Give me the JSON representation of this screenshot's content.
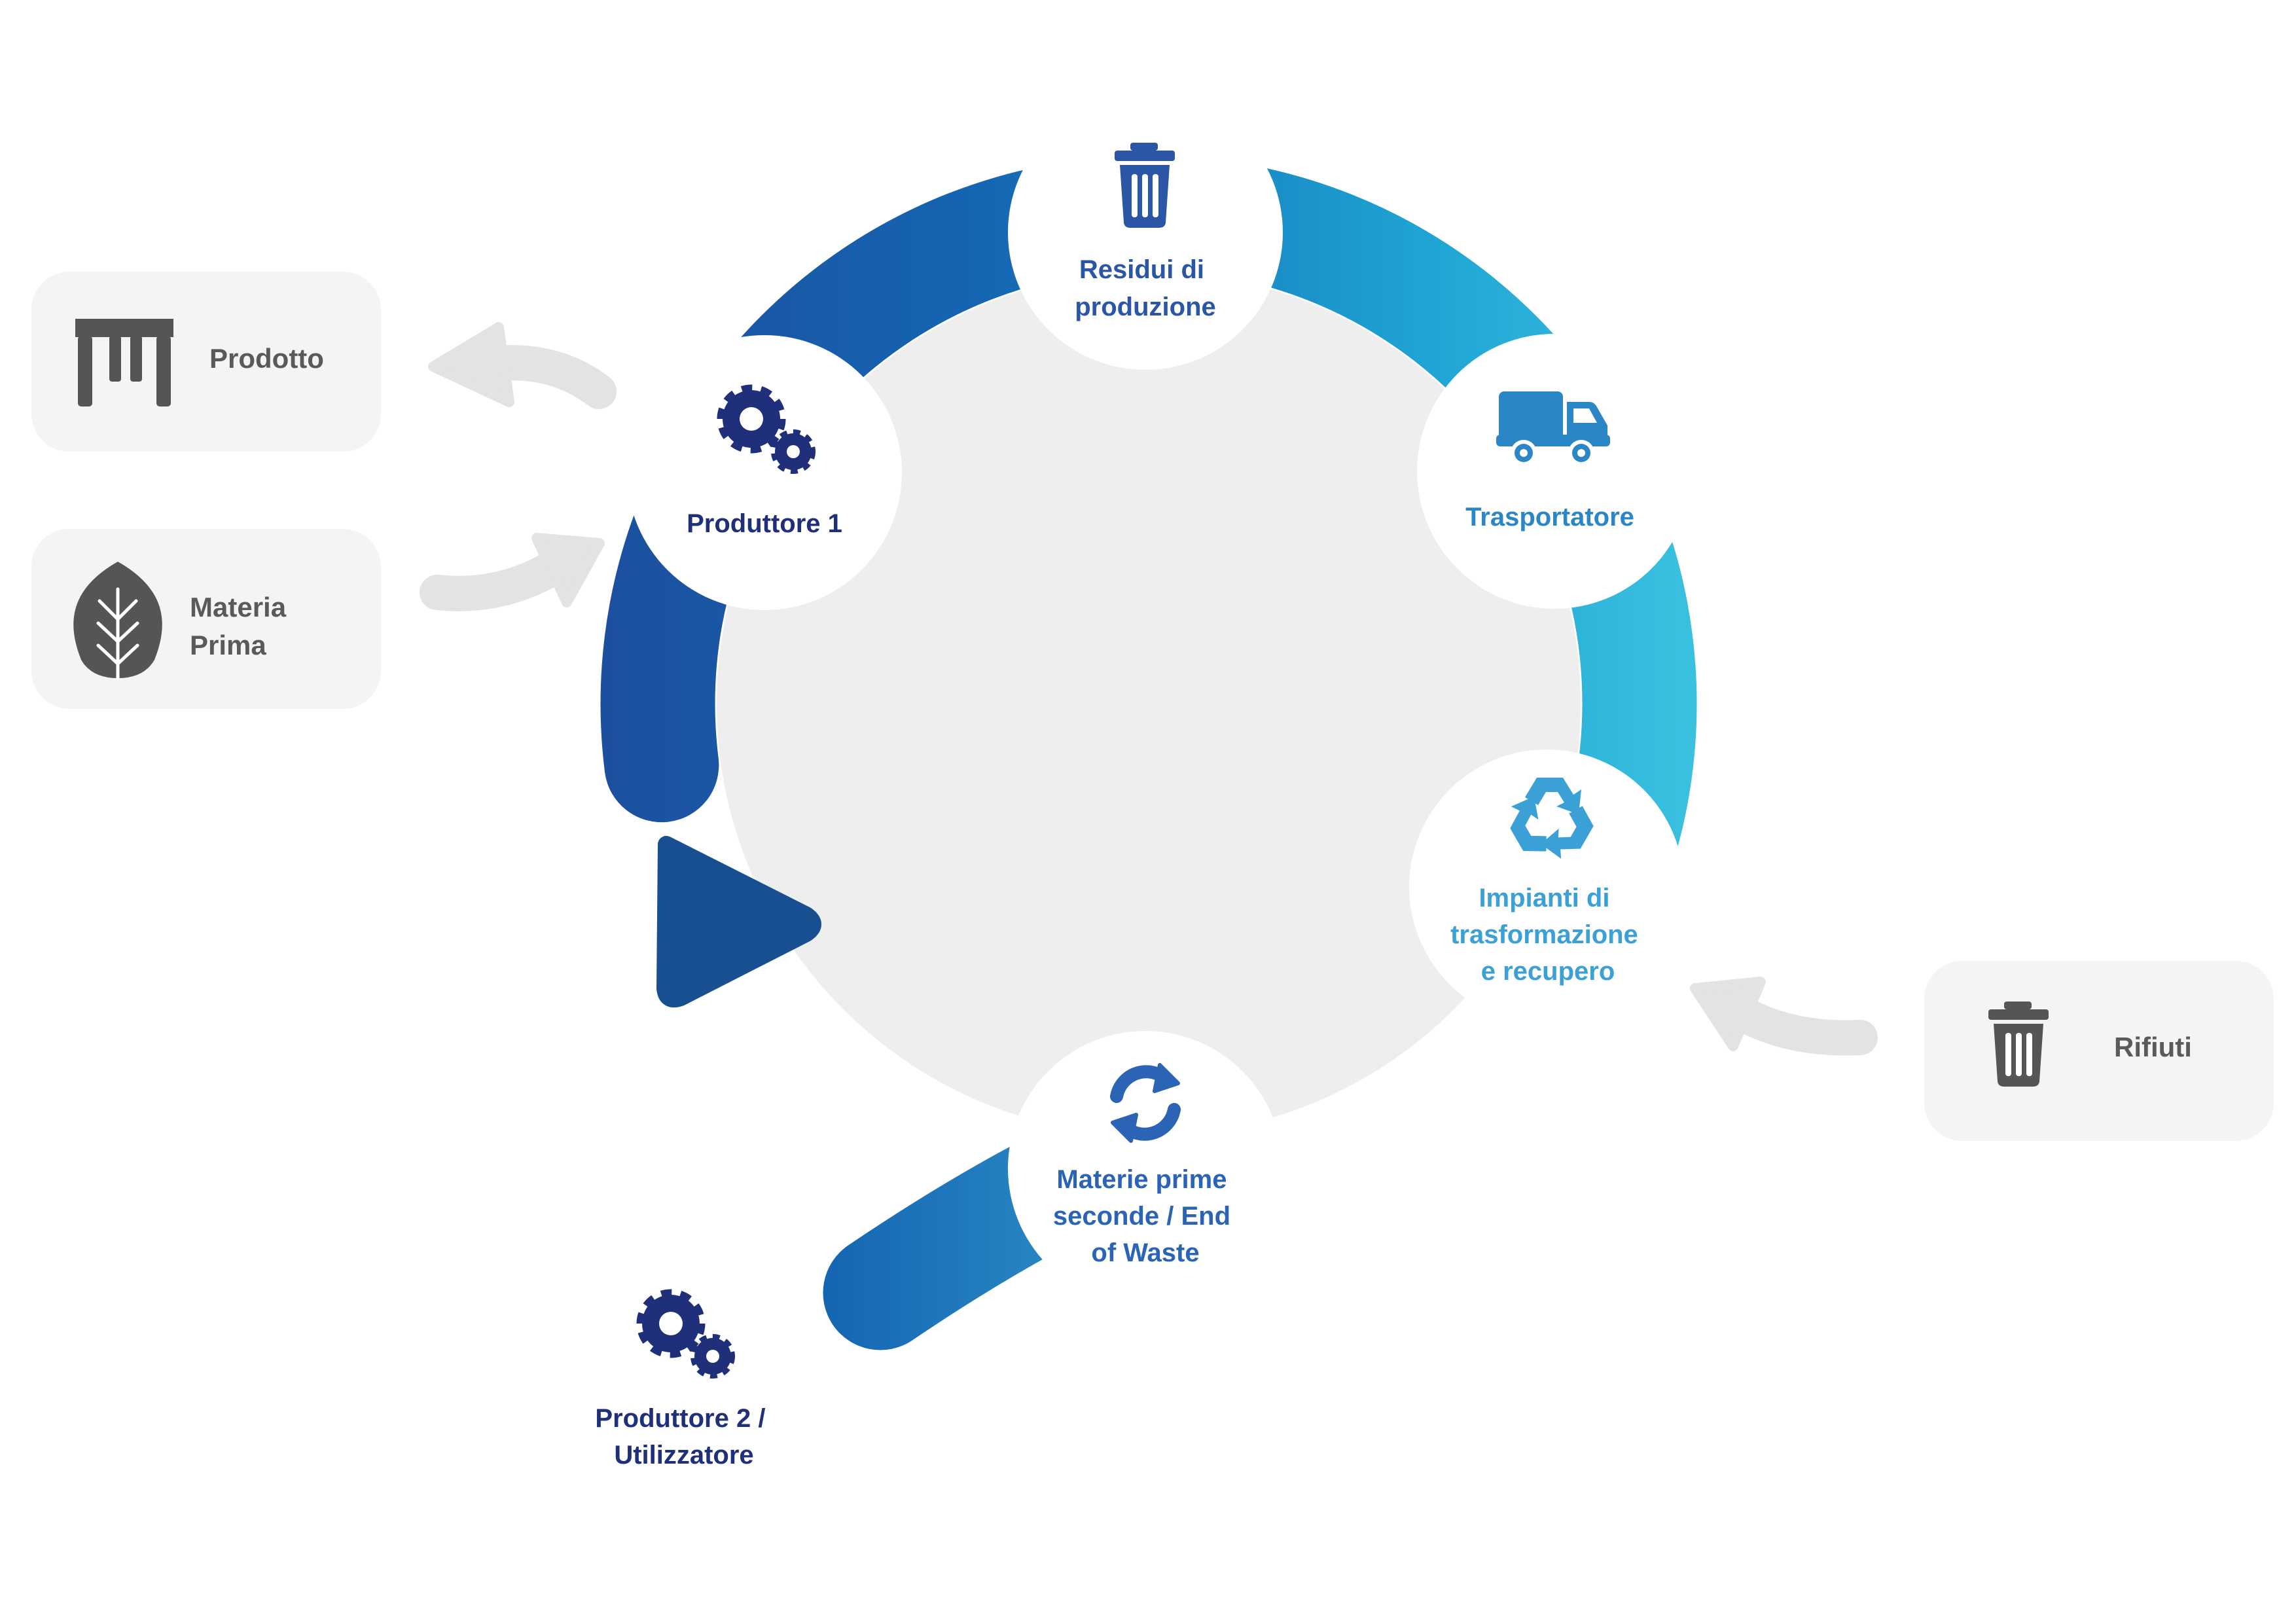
{
  "colors": {
    "blue_dark": "#1c2f7c",
    "blue_mid": "#1e63b4",
    "blue_light": "#2aa8d8",
    "arrow_head": "#174f91",
    "ring_inner": "#eeeeef",
    "card_bg": "#f4f4f5",
    "gray_arrow": "#e3e3e3",
    "gray_icon": "#555555"
  },
  "nodes": {
    "residui": {
      "label_lines": [
        "Residui di",
        "produzione"
      ],
      "icon": "trash-icon"
    },
    "trasportatore": {
      "label_lines": [
        "Trasportatore"
      ],
      "icon": "truck-icon"
    },
    "impianti": {
      "label_lines": [
        "Impianti di",
        "trasformazione",
        "e recupero"
      ],
      "icon": "recycle-icon"
    },
    "materie": {
      "label_lines": [
        "Materie prime",
        "seconde / End",
        "of Waste"
      ],
      "icon": "refresh-icon"
    },
    "produttore1": {
      "label_lines": [
        "Produttore 1"
      ],
      "icon": "gears-icon"
    },
    "produttore2": {
      "label_lines": [
        "Produttore 2 /",
        "Utilizzatore"
      ],
      "icon": "gears-icon"
    }
  },
  "side_cards": {
    "prodotto": {
      "label_lines": [
        "Prodotto"
      ],
      "icon": "table-icon"
    },
    "materia_prima": {
      "label_lines": [
        "Materia",
        "Prima"
      ],
      "icon": "leaf-icon"
    },
    "rifiuti": {
      "label_lines": [
        "Rifiuti"
      ],
      "icon": "trash-icon"
    }
  }
}
